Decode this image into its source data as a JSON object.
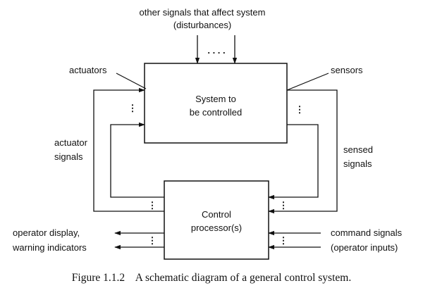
{
  "disturbances": {
    "line1": "other signals that affect system",
    "line2": "(disturbances)"
  },
  "labels": {
    "actuators": "actuators",
    "sensors": "sensors",
    "actuator_signals_1": "actuator",
    "actuator_signals_2": "signals",
    "sensed_signals_1": "sensed",
    "sensed_signals_2": "signals",
    "operator_display": "operator display,",
    "warning_indicators": "warning indicators",
    "command_signals": "command signals",
    "operator_inputs": "(operator inputs)",
    "ellipsis_h": ". . . .",
    "ellipsis_v": ".",
    "ellipsis_v_3": "⋮"
  },
  "system_box": {
    "line1": "System to",
    "line2": "be controlled"
  },
  "controller_box": {
    "line1": "Control",
    "line2": "processor(s)"
  },
  "caption": "Figure 1.1.2    A schematic diagram of a general control system."
}
